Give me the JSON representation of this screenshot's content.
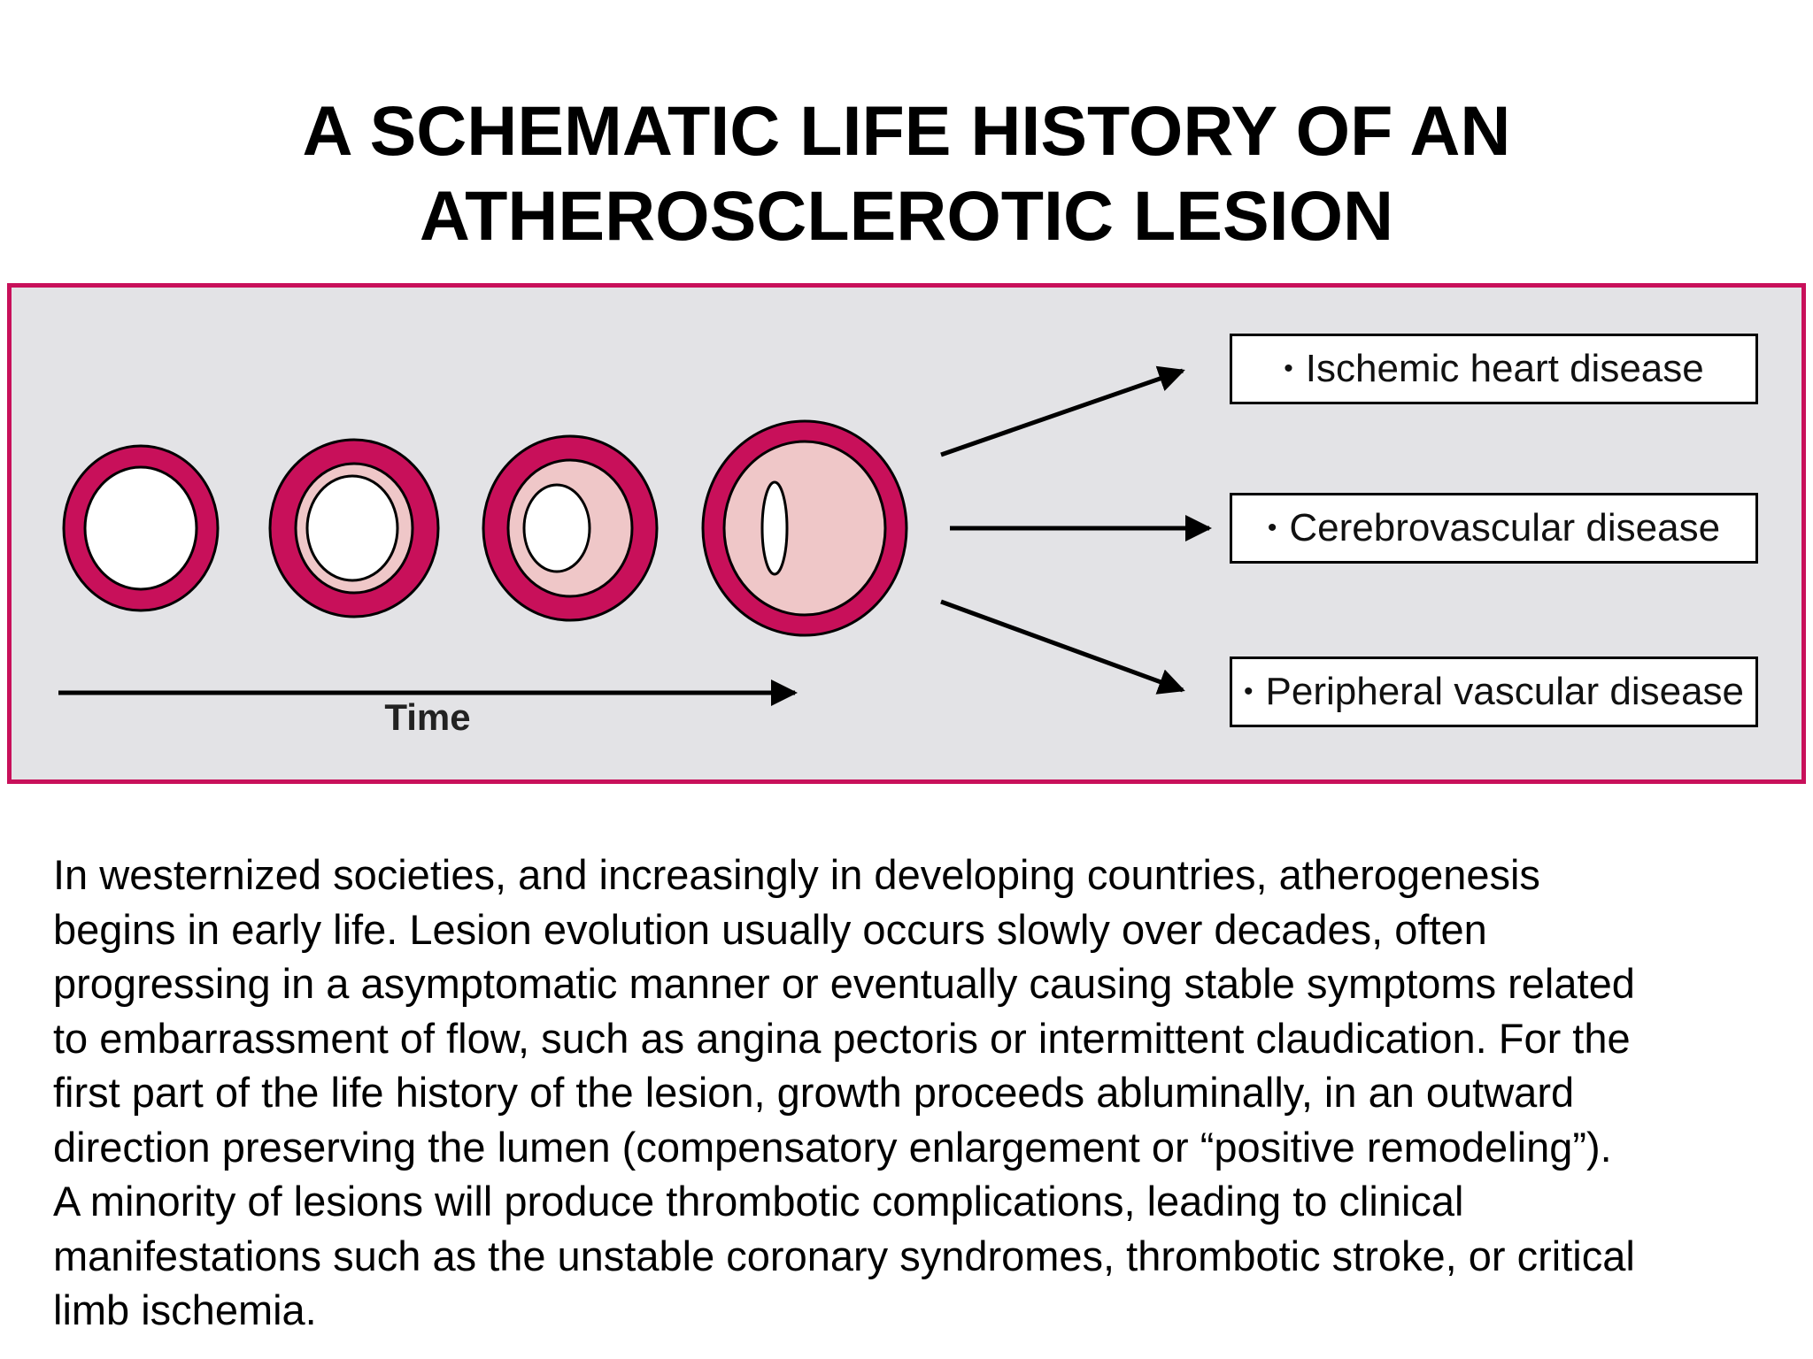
{
  "title": {
    "line1": "A SCHEMATIC LIFE HISTORY OF AN",
    "line2": "ATHEROSCLEROTIC LESION"
  },
  "diagram": {
    "time_label": "Time",
    "outcomes": [
      "Ischemic heart disease",
      "Cerebrovascular disease",
      "Peripheral vascular disease"
    ],
    "colors": {
      "panel_border": "#c8105a",
      "panel_background": "#e3e3e6",
      "artery_wall": "#c8105a",
      "plaque": "#efc7c8",
      "lumen": "#ffffff",
      "arrows": "#000000"
    }
  },
  "paragraph": {
    "lines": [
      "In westernized societies, and increasingly in developing countries, atherogenesis",
      "begins in early life. Lesion evolution usually occurs slowly over decades, often",
      "progressing in a asymptomatic manner or eventually causing stable symptoms related",
      "to embarrassment of flow, such as angina pectoris or intermittent claudication. For the",
      "first part of the life history of the lesion, growth proceeds abluminally, in an outward",
      "direction preserving the lumen (compensatory enlargement or “positive remodeling”).",
      "A minority of lesions will produce thrombotic complications, leading to clinical",
      "manifestations such as the unstable coronary syndromes, thrombotic stroke, or critical",
      "limb ischemia."
    ]
  }
}
